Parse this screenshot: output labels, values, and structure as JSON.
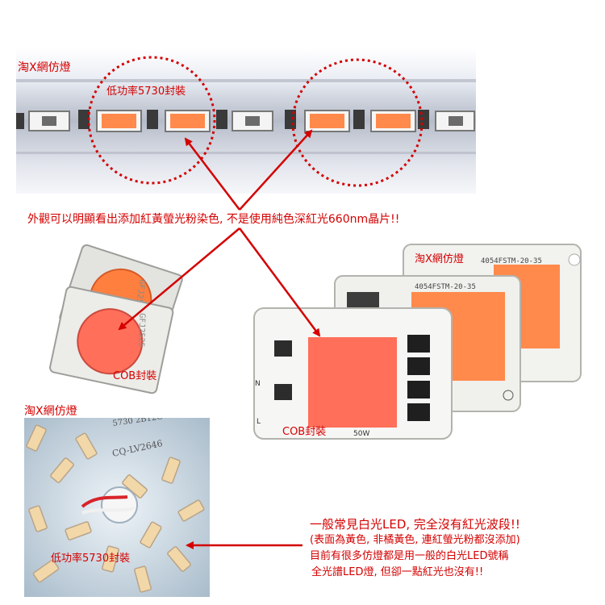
{
  "labels": {
    "top_source": "淘X網仿燈",
    "top_package": "低功率5730封裝",
    "main_note": "外觀可以明顯看出添加紅黃螢光粉染色, 不是使用純色深紅光660nm晶片!!",
    "cob_small": "COB封裝",
    "cob_board_source": "淘X網仿燈",
    "cob_large": "COB封裝",
    "bottom_source": "淘X網仿燈",
    "bottom_package": "低功率5730封裝",
    "note_line1": "一般常見白光LED, 完全沒有紅光波段!!",
    "note_line2": "(表面為黃色, 非橘黃色, 連紅螢光粉都沒添加)",
    "note_line3": "目前有很多仿燈都是用一般的白光LED號稱",
    "note_line4": "全光譜LED燈, 但卻一點紅光也沒有!!"
  },
  "printed": {
    "small_cob_mark_1": "GFJ2525",
    "small_cob_mark_2": "GFJ2525",
    "board_code_1": "4054FSTM-20-35",
    "board_code_2": "4054FSTM-20-35",
    "board_n": "N",
    "board_l": "L",
    "board_watt": "50W",
    "pcb_mark_1": "5730  2B12C",
    "pcb_mark_2": "CQ-LV2646"
  },
  "colors": {
    "annotation_red": "#d40000",
    "led_orange": "#ff8a4c",
    "led_pink": "#ff6a6a",
    "white_led_yellow": "#f2d7a8"
  }
}
